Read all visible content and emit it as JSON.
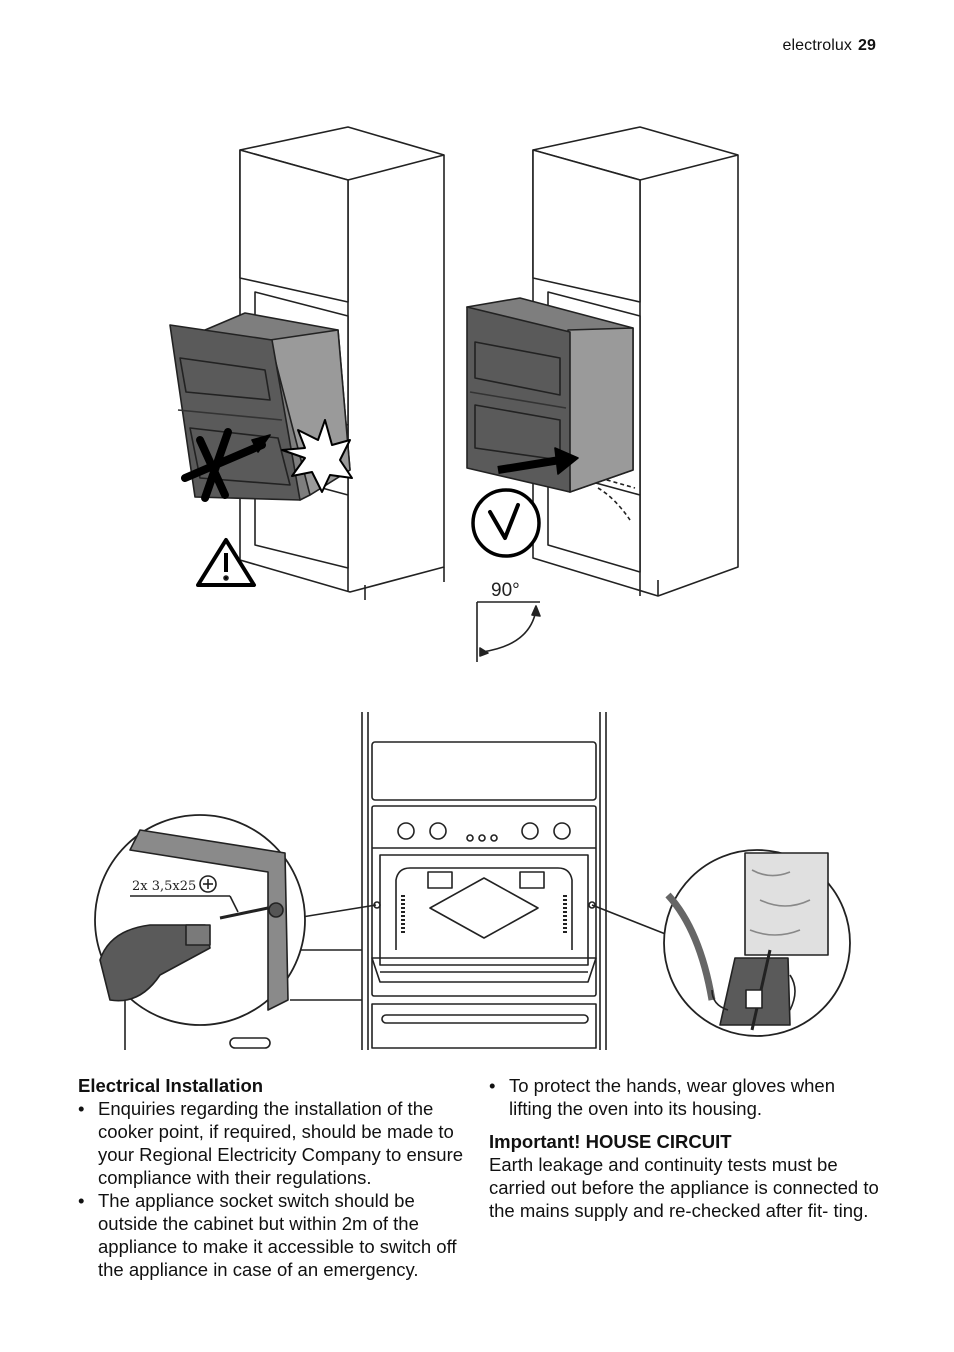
{
  "header": {
    "brand": "electrolux",
    "page_number": "29"
  },
  "illustration": {
    "angle_label": "90°",
    "screw_label": "2x 3,5x25"
  },
  "left_column": {
    "heading": "Electrical Installation",
    "bullets": [
      "Enquiries regarding the installation of the cooker point, if required, should be made to your Regional Electricity Company to ensure compliance with their regulations.",
      "The appliance socket switch should be outside the cabinet but within 2m of the appliance to make it accessible to switch off the appliance in case of an emergency."
    ]
  },
  "right_column": {
    "bullets": [
      "To protect the hands, wear gloves when lifting the oven into its housing."
    ],
    "heading": "Important! HOUSE CIRCUIT",
    "paragraph": "Earth leakage and continuity tests must be carried out before the appliance is connected to the mains supply and re-checked after fit- ting."
  }
}
